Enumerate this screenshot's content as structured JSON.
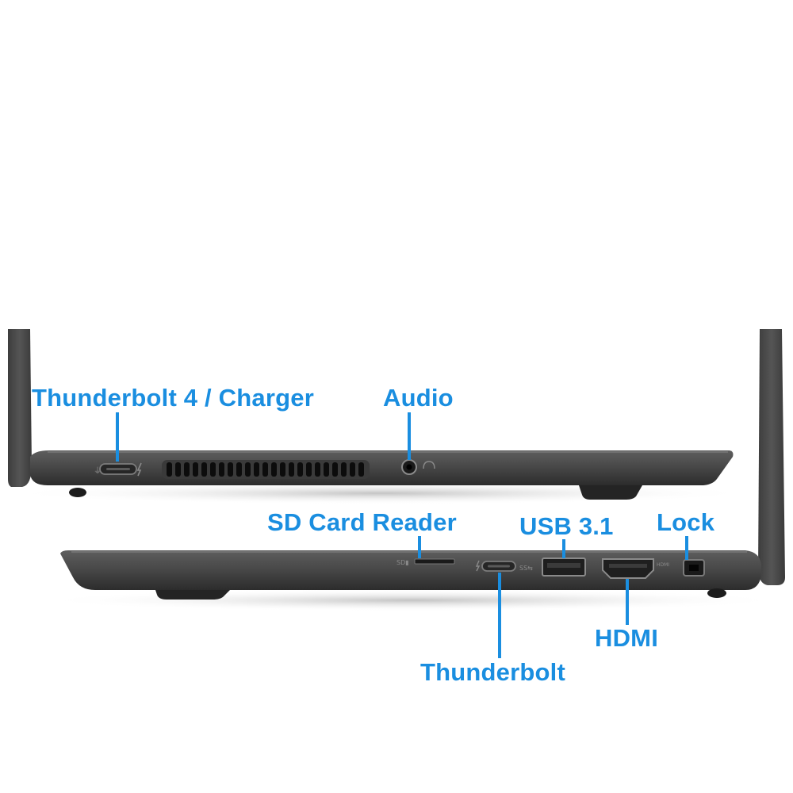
{
  "photo": {
    "description_label": "Laptop side profiles with port callouts",
    "accent_color": "#1a8ee0",
    "chassis_color": "#4a4a4a",
    "background_color": "#ffffff"
  },
  "views": {
    "left_side": {
      "callouts": {
        "thunderbolt_charger": "Thunderbolt 4 / Charger",
        "audio": "Audio"
      }
    },
    "right_side": {
      "callouts": {
        "sd_card_reader": "SD Card Reader",
        "usb": "USB 3.1",
        "lock": "Lock",
        "hdmi": "HDMI",
        "thunderbolt": "Thunderbolt"
      }
    }
  }
}
